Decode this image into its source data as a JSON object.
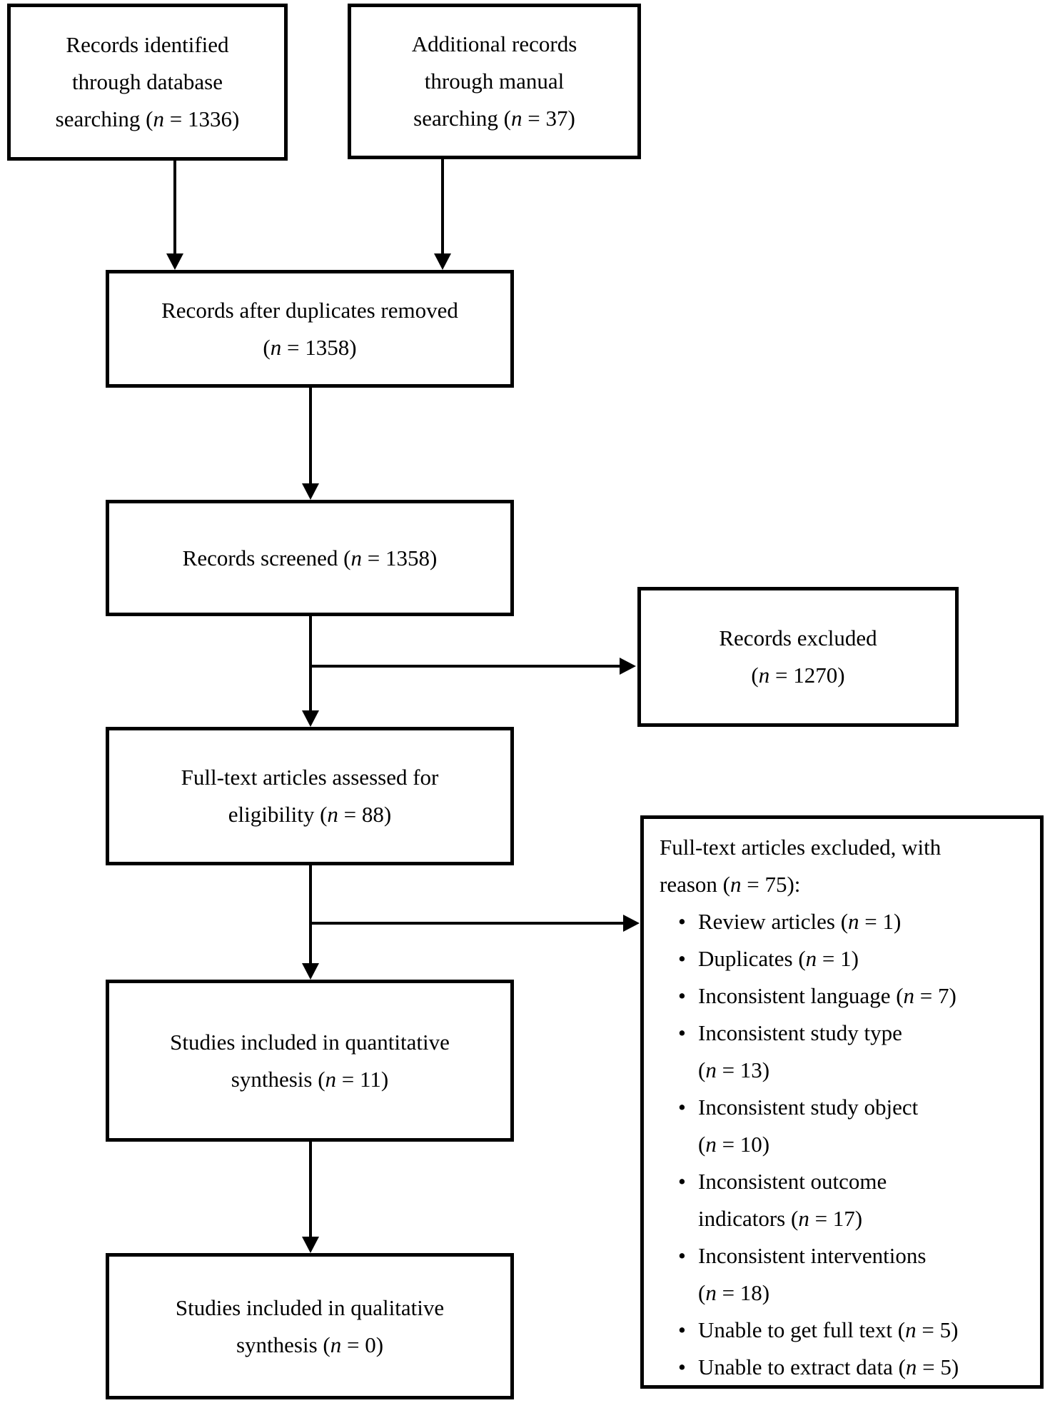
{
  "boxes": {
    "identified": {
      "lines": [
        "Records identified",
        "through database",
        "searching (n = 1336)"
      ]
    },
    "additional": {
      "lines": [
        "Additional records",
        "through manual",
        "searching (n = 37)"
      ]
    },
    "duplicates_removed": {
      "lines": [
        "Records after duplicates removed",
        "(n = 1358)"
      ]
    },
    "screened": {
      "lines": [
        "Records screened (n = 1358)"
      ]
    },
    "records_excluded": {
      "lines": [
        "Records excluded",
        "(n = 1270)"
      ]
    },
    "fulltext_assessed": {
      "lines": [
        "Full-text articles assessed for",
        "eligibility (n = 88)"
      ]
    },
    "fulltext_excluded": {
      "title_lines": [
        "Full-text articles excluded, with",
        "reason (n = 75):"
      ],
      "items": [
        {
          "lines": [
            "Review articles (n = 1)"
          ]
        },
        {
          "lines": [
            "Duplicates (n = 1)"
          ]
        },
        {
          "lines": [
            "Inconsistent language (n = 7)"
          ]
        },
        {
          "lines": [
            "Inconsistent study type",
            "(n = 13)"
          ]
        },
        {
          "lines": [
            "Inconsistent study object",
            "(n = 10)"
          ]
        },
        {
          "lines": [
            "Inconsistent outcome",
            "indicators (n = 17)"
          ]
        },
        {
          "lines": [
            "Inconsistent interventions",
            "(n = 18)"
          ]
        },
        {
          "lines": [
            "Unable to get full text (n = 5)"
          ]
        },
        {
          "lines": [
            "Unable to extract data (n = 5)"
          ]
        }
      ]
    },
    "quantitative_synthesis": {
      "lines": [
        "Studies included in quantitative",
        "synthesis (n = 11)"
      ]
    },
    "qualitative_synthesis": {
      "lines": [
        "Studies included in qualitative",
        "synthesis (n = 0)"
      ]
    }
  },
  "colors": {
    "line": "#000000",
    "background": "#ffffff"
  }
}
